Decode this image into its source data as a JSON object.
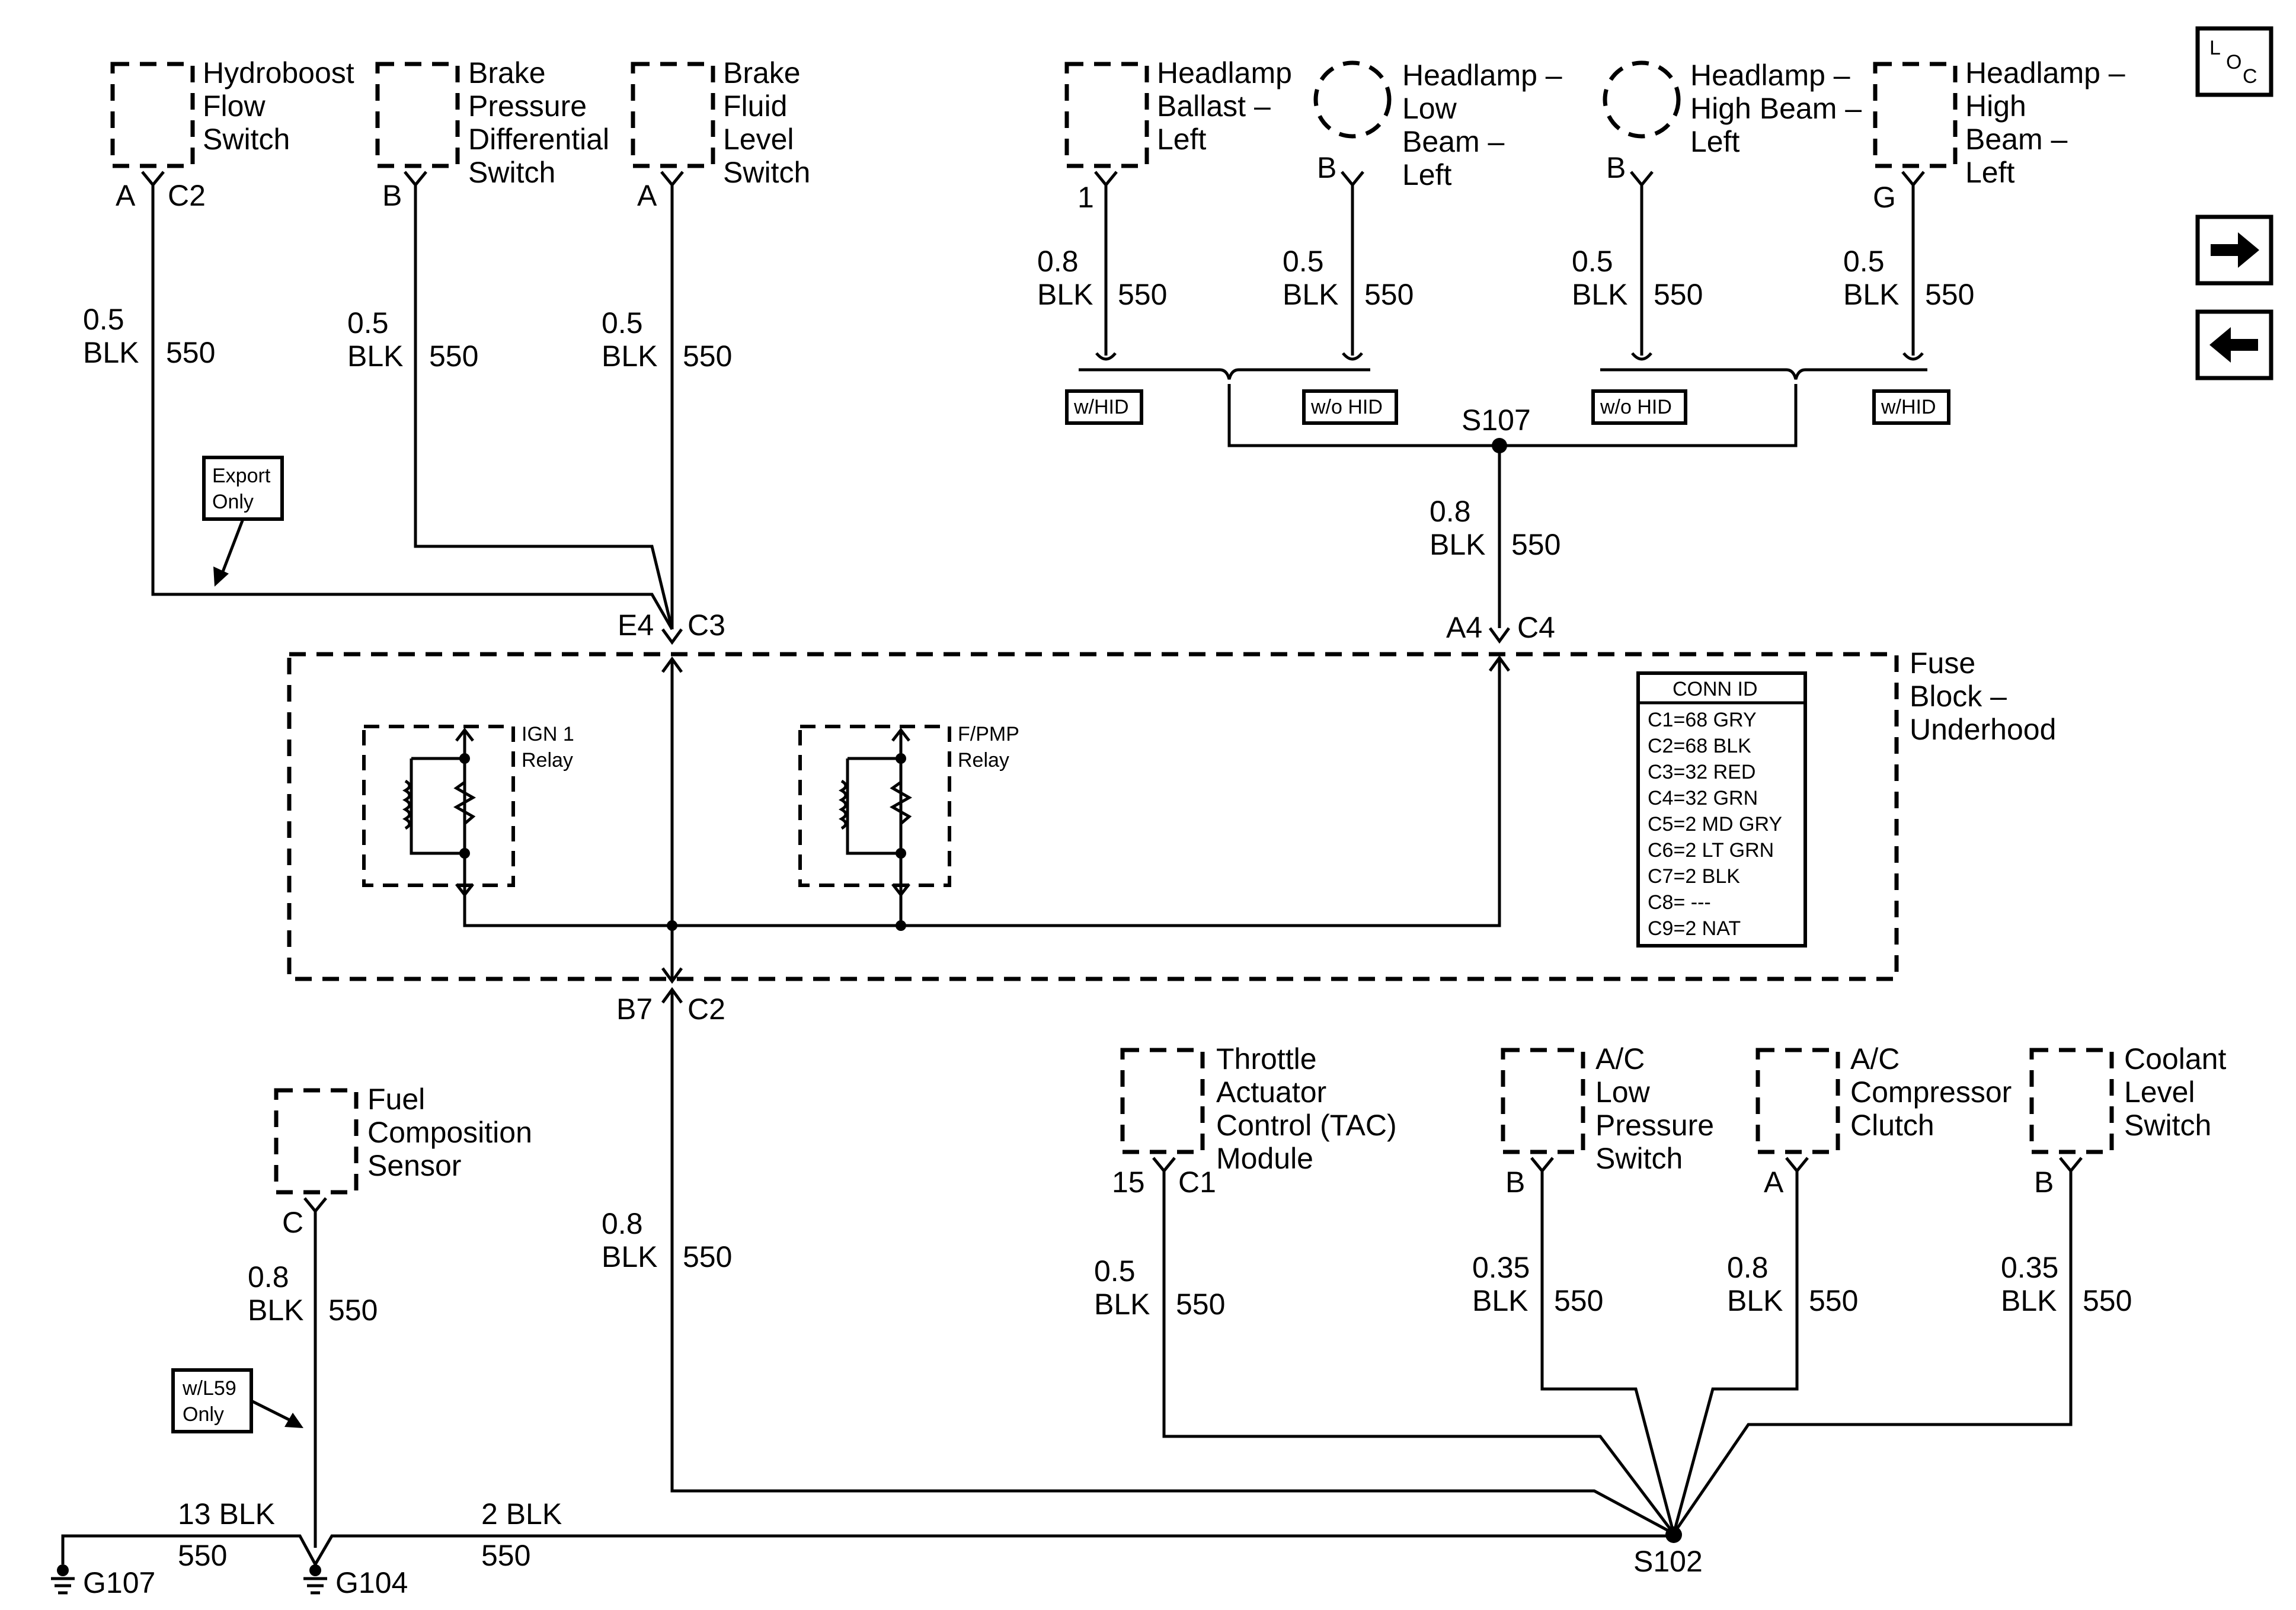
{
  "components": {
    "hydroboost": {
      "lines": [
        "Hydroboost",
        "Flow",
        "Switch"
      ],
      "pin": "A",
      "conn": "C2"
    },
    "brake_pressure": {
      "lines": [
        "Brake",
        "Pressure",
        "Differential",
        "Switch"
      ],
      "pin": "B"
    },
    "brake_fluid": {
      "lines": [
        "Brake",
        "Fluid",
        "Level",
        "Switch"
      ],
      "pin": "A"
    },
    "headlamp_ballast": {
      "lines": [
        "Headlamp",
        "Ballast –",
        "Left"
      ],
      "pin": "1"
    },
    "headlamp_low": {
      "lines": [
        "Headlamp –",
        "Low",
        "Beam –",
        "Left"
      ],
      "pin": "B"
    },
    "headlamp_high_b": {
      "lines": [
        "Headlamp –",
        "High Beam –",
        "Left"
      ],
      "pin": "B"
    },
    "headlamp_high_g": {
      "lines": [
        "Headlamp –",
        "High",
        "Beam –",
        "Left"
      ],
      "pin": "G"
    },
    "fuel_comp": {
      "lines": [
        "Fuel",
        "Composition",
        "Sensor"
      ],
      "pin": "C"
    },
    "tac": {
      "lines": [
        "Throttle",
        "Actuator",
        "Control (TAC)",
        "Module"
      ],
      "pin": "15",
      "conn": "C1"
    },
    "ac_low": {
      "lines": [
        "A/C",
        "Low",
        "Pressure",
        "Switch"
      ],
      "pin": "B"
    },
    "ac_clutch": {
      "lines": [
        "A/C",
        "Compressor",
        "Clutch"
      ],
      "pin": "A"
    },
    "coolant": {
      "lines": [
        "Coolant",
        "Level",
        "Switch"
      ],
      "pin": "B"
    }
  },
  "wires": {
    "w_hydro": {
      "gauge": "0.5",
      "color": "BLK",
      "circuit": "550"
    },
    "w_brake_p": {
      "gauge": "0.5",
      "color": "BLK",
      "circuit": "550"
    },
    "w_brake_f": {
      "gauge": "0.5",
      "color": "BLK",
      "circuit": "550"
    },
    "w_ballast": {
      "gauge": "0.8",
      "color": "BLK",
      "circuit": "550"
    },
    "w_low": {
      "gauge": "0.5",
      "color": "BLK",
      "circuit": "550"
    },
    "w_highb": {
      "gauge": "0.5",
      "color": "BLK",
      "circuit": "550"
    },
    "w_highg": {
      "gauge": "0.5",
      "color": "BLK",
      "circuit": "550"
    },
    "w_s107": {
      "gauge": "0.8",
      "color": "BLK",
      "circuit": "550"
    },
    "w_b7": {
      "gauge": "0.8",
      "color": "BLK",
      "circuit": "550"
    },
    "w_fuel": {
      "gauge": "0.8",
      "color": "BLK",
      "circuit": "550"
    },
    "w_tac": {
      "gauge": "0.5",
      "color": "BLK",
      "circuit": "550"
    },
    "w_aclow": {
      "gauge": "0.35",
      "color": "BLK",
      "circuit": "550"
    },
    "w_acclutch": {
      "gauge": "0.8",
      "color": "BLK",
      "circuit": "550"
    },
    "w_coolant": {
      "gauge": "0.35",
      "color": "BLK",
      "circuit": "550"
    },
    "w_g107": {
      "gauge_color": "13 BLK",
      "circuit": "550"
    },
    "w_g104": {
      "gauge_color": "2 BLK",
      "circuit": "550"
    }
  },
  "option_tags": {
    "export": [
      "Export",
      "Only"
    ],
    "l59": [
      "w/L59",
      "Only"
    ],
    "hid1": "w/HID",
    "nohid1": "w/o HID",
    "nohid2": "w/o HID",
    "hid2": "w/HID"
  },
  "splices": {
    "s107": "S107",
    "s102": "S102"
  },
  "grounds": {
    "g107": "G107",
    "g104": "G104"
  },
  "fuse_block": {
    "name_lines": [
      "Fuse",
      "Block –",
      "Underhood"
    ],
    "pin_e4": "E4",
    "conn_c3": "C3",
    "pin_a4": "A4",
    "conn_c4": "C4",
    "pin_b7": "B7",
    "conn_c2": "C2",
    "relay1_lines": [
      "IGN 1",
      "Relay"
    ],
    "relay2_lines": [
      "F/PMP",
      "Relay"
    ],
    "conn_id": {
      "title": "CONN ID",
      "rows": [
        "C1=68 GRY",
        "C2=68 BLK",
        "C3=32 RED",
        "C4=32 GRN",
        "C5=2 MD GRY",
        "C6=2 LT GRN",
        "C7=2 BLK",
        "C8= ---",
        "C9=2 NAT"
      ]
    }
  },
  "nav": {
    "loc_l": "L",
    "loc_o": "O",
    "loc_c": "C"
  }
}
